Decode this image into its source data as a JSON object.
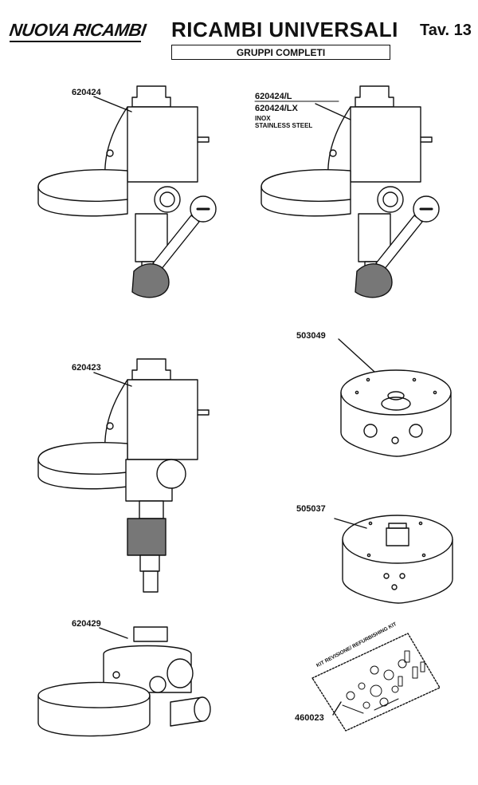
{
  "header": {
    "brand": "NUOVA RICAMBI",
    "title": "RICAMBI UNIVERSALI",
    "table_label": "Tav. 13",
    "subtitle": "GRUPPI COMPLETI"
  },
  "parts": [
    {
      "code": "620424"
    },
    {
      "code": "620424/L",
      "code2": "620424/LX",
      "note1": "INOX",
      "note2": "STAINLESS STEEL"
    },
    {
      "code": "620423"
    },
    {
      "code": "503049"
    },
    {
      "code": "505037"
    },
    {
      "code": "620429"
    },
    {
      "code": "460023",
      "kit_label": "KIT REVISIONE/ REFURBISHING KIT"
    }
  ],
  "colors": {
    "ink": "#111111",
    "shade": "#777777",
    "paper": "#ffffff"
  }
}
